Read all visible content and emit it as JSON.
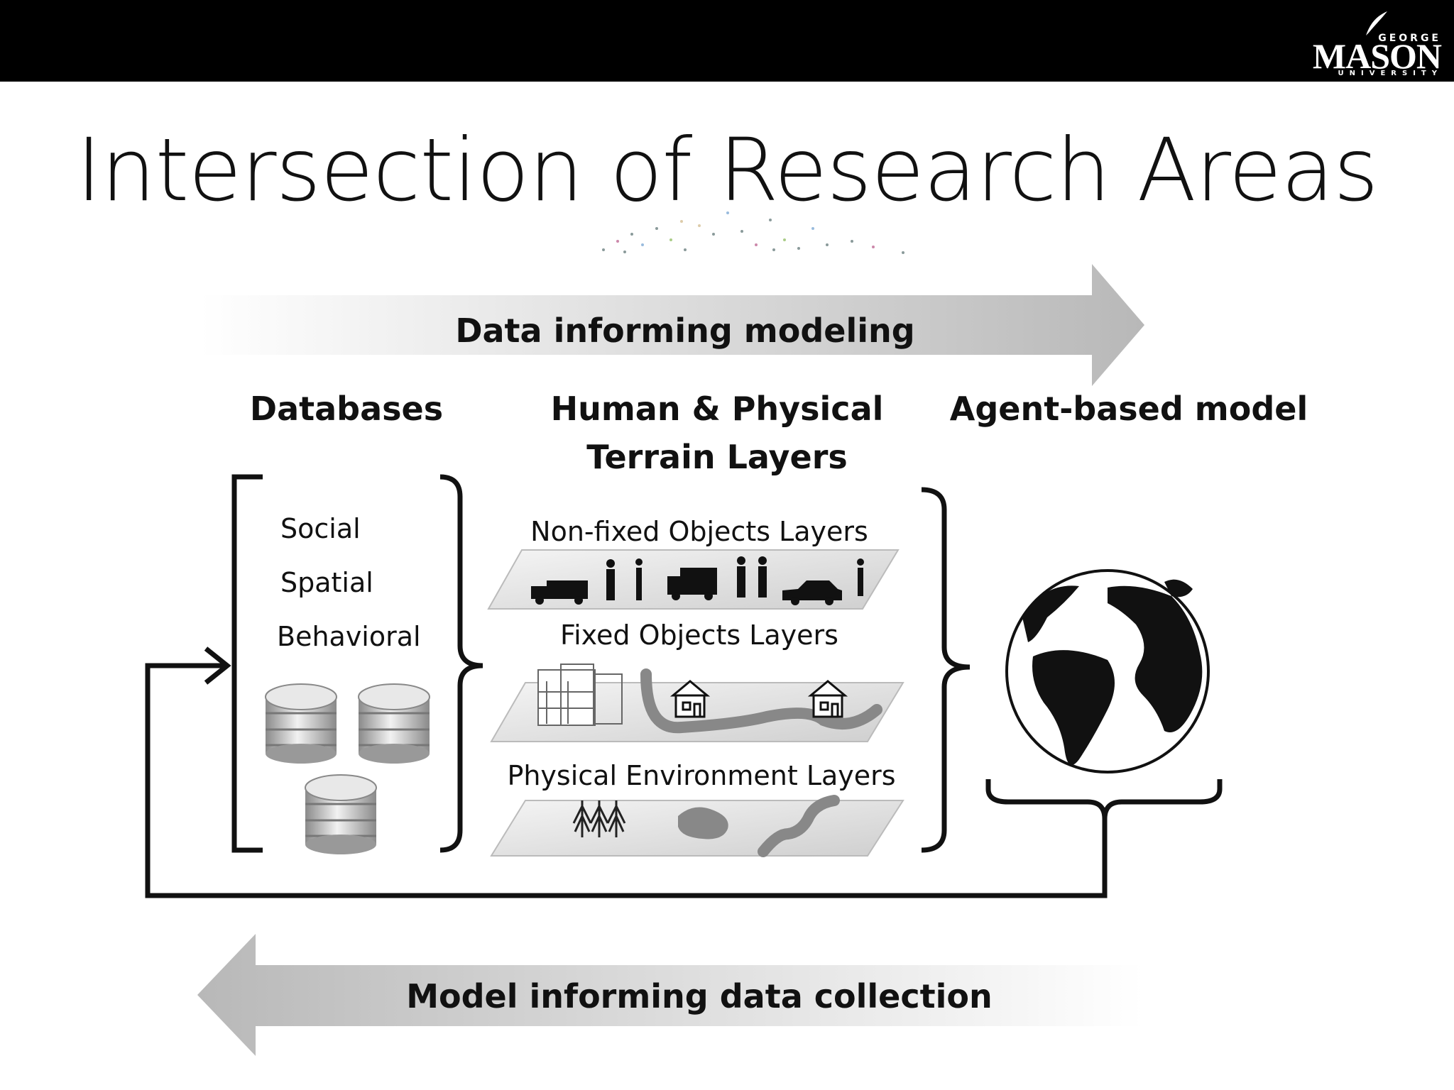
{
  "header": {
    "logo": {
      "line1": "GEORGE",
      "line2": "MASON",
      "line3": "UNIVERSITY"
    }
  },
  "slide": {
    "title": "Intersection of Research Areas"
  },
  "diagram": {
    "top_arrow": "Data informing modeling",
    "bottom_arrow": "Model informing data collection",
    "columns": {
      "databases": "Databases",
      "terrain_line1": "Human & Physical",
      "terrain_line2": "Terrain Layers",
      "abm": "Agent-based model"
    },
    "database_items": [
      "Social",
      "Spatial",
      "Behavioral"
    ],
    "layers": [
      "Non-fixed Objects Layers",
      "Fixed Objects Layers",
      "Physical Environment Layers"
    ]
  },
  "colors": {
    "header_bg": "#000000",
    "arrow_gray": "#bdbdbd",
    "ink": "#111111"
  }
}
